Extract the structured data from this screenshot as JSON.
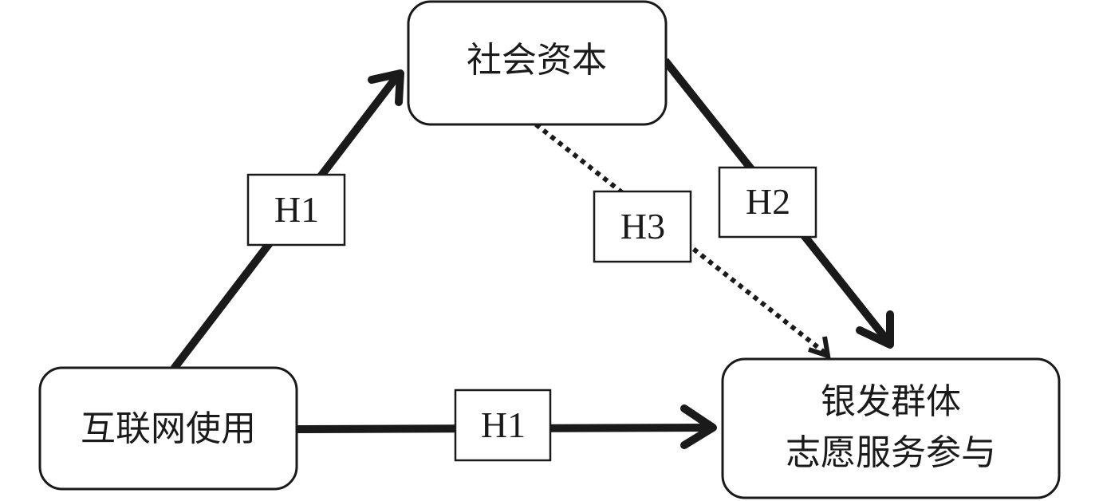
{
  "nodes": {
    "social_capital": "社会资本",
    "internet_use": "互联网使用",
    "volunteer_line1": "银发群体",
    "volunteer_line2": "志愿服务参与"
  },
  "hypotheses": {
    "h1_upper": "H1",
    "h1_lower": "H1",
    "h2": "H2",
    "h3": "H3"
  }
}
